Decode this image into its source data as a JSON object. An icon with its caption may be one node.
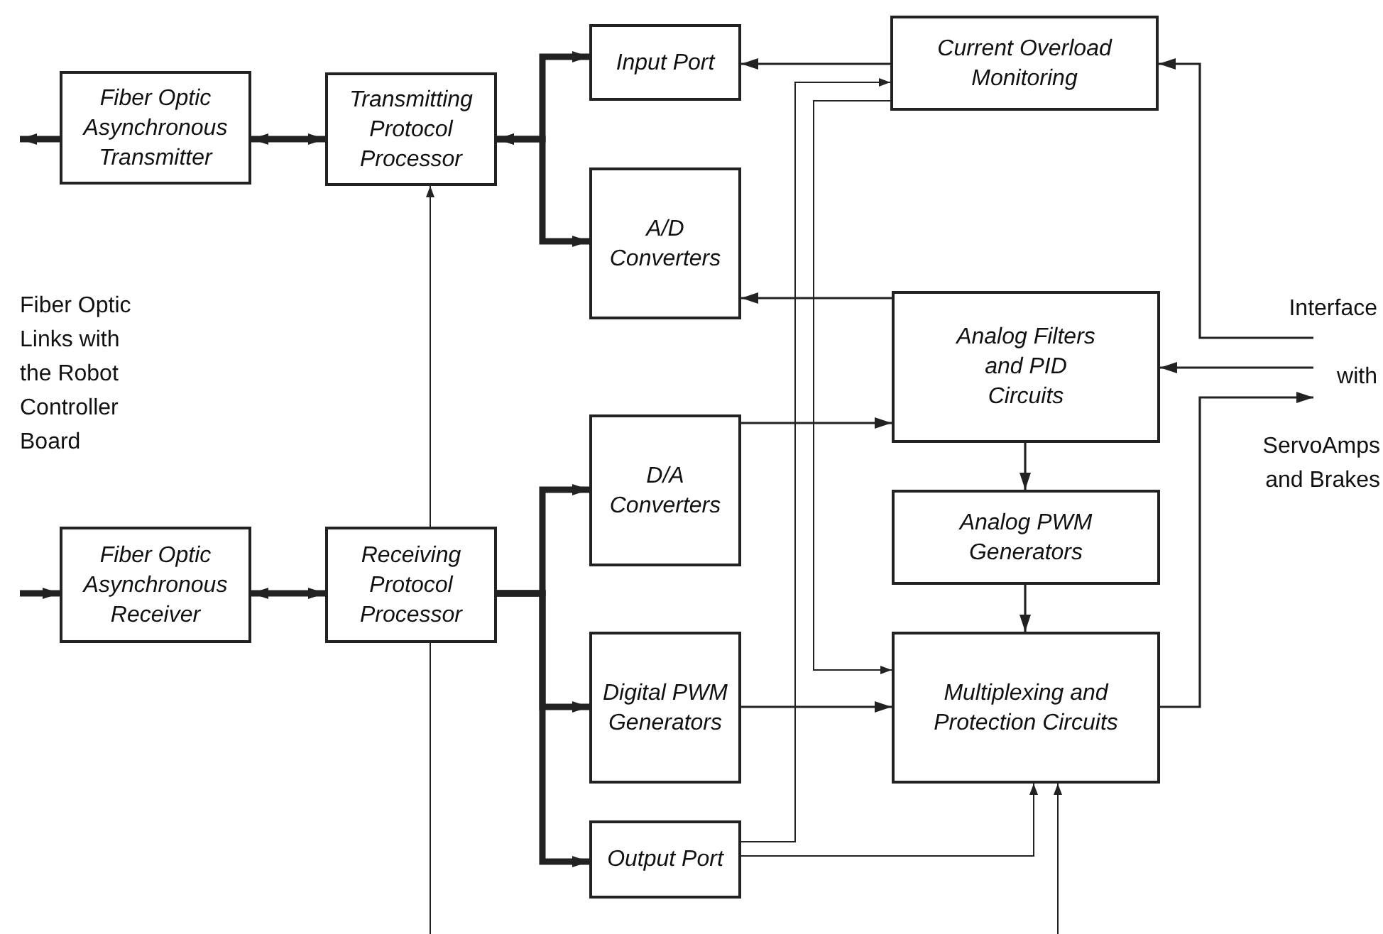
{
  "diagram": {
    "nodes": [
      {
        "text": [
          "Fiber Optic Asynchronous Transmitter"
        ]
      },
      {
        "text": [
          "Transmitting Protocol Processor"
        ]
      },
      {
        "text": [
          "Input Port"
        ]
      },
      {
        "text": [
          "Current Overload Monitoring"
        ]
      },
      {
        "text": [
          "A/D Converters"
        ]
      },
      {
        "text": [
          "Analog Filters and PID Circuits"
        ]
      },
      {
        "text": [
          "D/A Converters"
        ]
      },
      {
        "text": [
          "Analog PWM Generators"
        ]
      },
      {
        "text": [
          "Digital PWM Generators"
        ]
      },
      {
        "text": [
          "Multiplexing and Protection Circuits"
        ]
      },
      {
        "text": [
          "Output Port"
        ]
      },
      {
        "text": [
          "Fiber Optic Asynchronous Receiver"
        ]
      },
      {
        "text": [
          "Receiving Protocol Processor"
        ]
      }
    ],
    "edges": [
      {
        "from": 0,
        "to": null,
        "arrow": "to",
        "style": "thick"
      },
      {
        "from": 0,
        "to": 1,
        "arrow": "both",
        "style": "thick"
      },
      {
        "from": 1,
        "to": 2,
        "arrow": "both",
        "style": "thick"
      },
      {
        "from": 1,
        "to": 4,
        "arrow": "both",
        "style": "thick"
      },
      {
        "from": null,
        "to": 1,
        "arrow": "to"
      },
      {
        "from": 3,
        "to": 2,
        "arrow": "to"
      },
      {
        "from": 3,
        "to": 9,
        "arrow": "to"
      },
      {
        "from": 5,
        "to": 4,
        "arrow": "to"
      },
      {
        "from": 6,
        "to": 5,
        "arrow": "to"
      },
      {
        "from": 5,
        "to": 7,
        "arrow": "to"
      },
      {
        "from": 7,
        "to": 9,
        "arrow": "to"
      },
      {
        "from": 8,
        "to": 9,
        "arrow": "to"
      },
      {
        "from": 10,
        "to": 3,
        "arrow": "to"
      },
      {
        "from": 10,
        "to": 9,
        "arrow": "to"
      },
      {
        "from": null,
        "to": 9,
        "arrow": "to"
      },
      {
        "from": null,
        "to": 3,
        "arrow": "to"
      },
      {
        "from": null,
        "to": 5,
        "arrow": "to"
      },
      {
        "from": 9,
        "to": null,
        "arrow": "to"
      },
      {
        "from": 11,
        "to": 12,
        "arrow": "both",
        "style": "thick"
      },
      {
        "from": null,
        "to": 11,
        "arrow": "to",
        "style": "thick"
      },
      {
        "from": 12,
        "to": 6,
        "arrow": "to",
        "style": "thick"
      },
      {
        "from": 12,
        "to": 8,
        "arrow": "to",
        "style": "thick"
      },
      {
        "from": 12,
        "to": 10,
        "arrow": "to",
        "style": "thick"
      }
    ],
    "labels": [
      "Fiber Optic Links with the Robot Controller Board",
      "Interface",
      "with",
      "ServoAmps and Brakes"
    ]
  }
}
